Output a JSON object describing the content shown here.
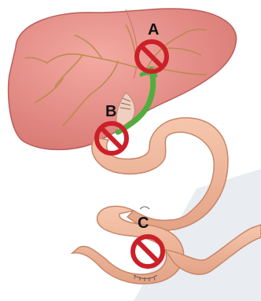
{
  "markers": [
    {
      "id": "A",
      "label": "A"
    },
    {
      "id": "B",
      "label": "B"
    },
    {
      "id": "C",
      "label": "C"
    }
  ],
  "colors": {
    "liver": "#e7928c",
    "liver_dark": "#c96b66",
    "vessels": "#b98a48",
    "bile_duct": "#4fae3f",
    "intestine": "#efb79b",
    "intestine_dark": "#d08f73",
    "shadow": "#dfe3e8",
    "prohibit": "#cc2029"
  },
  "icons": {
    "prohibit_marker": "no-symbol-icon"
  }
}
